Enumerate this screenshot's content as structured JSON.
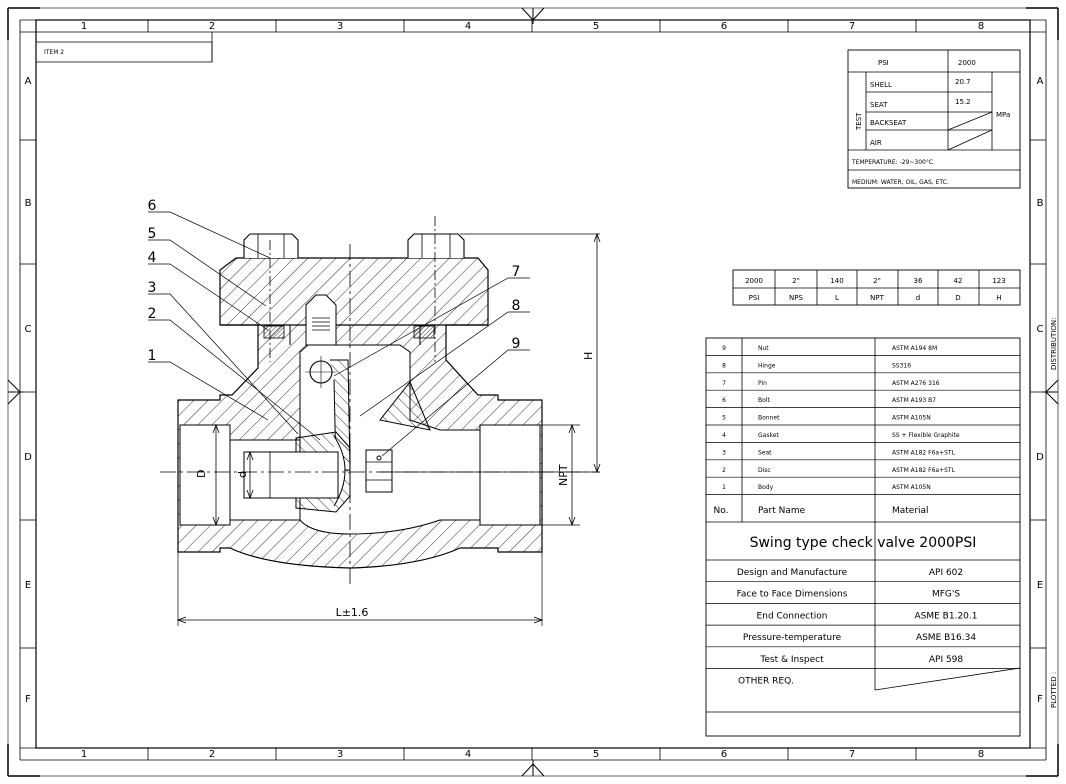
{
  "frame": {
    "columns": [
      "1",
      "2",
      "3",
      "4",
      "5",
      "6",
      "7",
      "8"
    ],
    "rows": [
      "A",
      "B",
      "C",
      "D",
      "E",
      "F"
    ],
    "item_label": "ITEM 2",
    "side_labels": {
      "distribution": "DISTRIBUTION:",
      "plotted": "PLOTTED :"
    }
  },
  "pressure_table": {
    "psi_label": "PSI",
    "psi_value": "2000",
    "test_label": "TEST",
    "unit": "MPa",
    "rows": [
      {
        "name": "SHELL",
        "value": "20.7"
      },
      {
        "name": "SEAT",
        "value": "15.2"
      },
      {
        "name": "BACKSEAT",
        "value": ""
      },
      {
        "name": "AIR",
        "value": ""
      }
    ],
    "temperature": "TEMPERATURE: -29~300°C",
    "medium": "MEDIUM: WATER, OIL, GAS, ETC."
  },
  "dimension_table": {
    "values": [
      "2000",
      "2\"",
      "140",
      "2\"",
      "36",
      "42",
      "123"
    ],
    "headers": [
      "PSI",
      "NPS",
      "L",
      "NPT",
      "d",
      "D",
      "H"
    ]
  },
  "parts_table": {
    "rows": [
      {
        "no": "9",
        "name": "Nut",
        "material": "ASTM A194 8M"
      },
      {
        "no": "8",
        "name": "Hinge",
        "material": "SS316"
      },
      {
        "no": "7",
        "name": "Pin",
        "material": "ASTM A276 316"
      },
      {
        "no": "6",
        "name": "Bolt",
        "material": "ASTM A193 B7"
      },
      {
        "no": "5",
        "name": "Bonnet",
        "material": "ASTM A105N"
      },
      {
        "no": "4",
        "name": "Gasket",
        "material": "SS + Flexible Graphite"
      },
      {
        "no": "3",
        "name": "Seat",
        "material": "ASTM A182 F6a+STL"
      },
      {
        "no": "2",
        "name": "Disc",
        "material": "ASTM A182 F6a+STL"
      },
      {
        "no": "1",
        "name": "Body",
        "material": "ASTM A105N"
      }
    ],
    "header_no": "No.",
    "header_name": "Part Name",
    "header_material": "Material"
  },
  "title": "Swing type check valve  2000PSI",
  "spec_table": [
    {
      "label": "Design and Manufacture",
      "value": "API 602"
    },
    {
      "label": "Face to Face Dimensions",
      "value": "MFG'S"
    },
    {
      "label": "End Connection",
      "value": "ASME B1.20.1"
    },
    {
      "label": "Pressure-temperature",
      "value": "ASME B16.34"
    },
    {
      "label": "Test & Inspect",
      "value": "API 598"
    },
    {
      "label": "OTHER REQ.",
      "value": ""
    }
  ],
  "drawing": {
    "balloons": [
      "1",
      "2",
      "3",
      "4",
      "5",
      "6",
      "7",
      "8",
      "9"
    ],
    "dim_length": "L±1.6",
    "dim_height": "H",
    "dim_npt": "NPT",
    "dim_D": "D",
    "dim_d": "d"
  }
}
